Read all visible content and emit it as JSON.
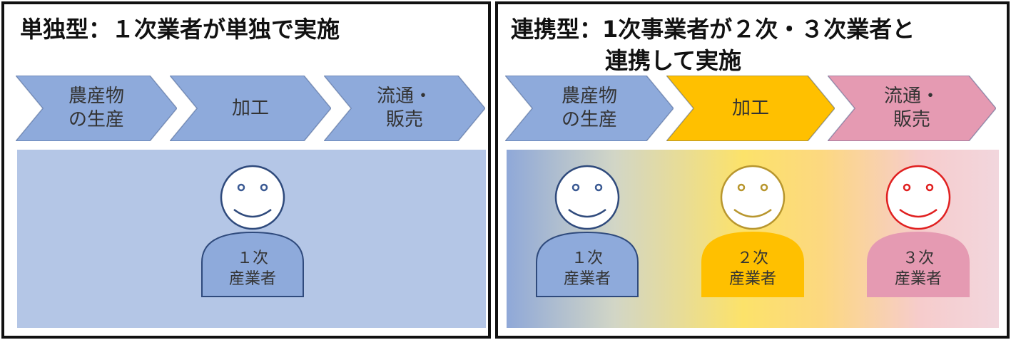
{
  "left_panel": {
    "title": "単独型：１次業者が単独で実施",
    "stages": [
      {
        "label": "農産物\nの生産",
        "color": "#8eaadb"
      },
      {
        "label": "加工",
        "color": "#8eaadb"
      },
      {
        "label": "流通・\n販売",
        "color": "#8eaadb"
      }
    ],
    "band_color": "#b4c6e6",
    "actors": [
      {
        "label": "１次\n産業者",
        "body_color": "#8eaadb",
        "outline_color": "#2f4a7c",
        "face_stroke": "#2f4a7c",
        "eye_color": "#3b5a93"
      }
    ]
  },
  "right_panel": {
    "title_line1": "連携型：1次事業者が２次・３次業者と",
    "title_line2": "連携して実施",
    "stages": [
      {
        "label": "農産物\nの生産",
        "color": "#8eaadb"
      },
      {
        "label": "加工",
        "color": "#ffc000"
      },
      {
        "label": "流通・\n販売",
        "color": "#e59ab2"
      }
    ],
    "actors": [
      {
        "label": "１次\n産業者",
        "body_color": "#8eaadb",
        "outline_color": "#2f4a7c",
        "face_stroke": "#2f4a7c",
        "eye_color": "#3b5a93"
      },
      {
        "label": "２次\n産業者",
        "body_color": "#ffc000",
        "outline_color": "#ffc000",
        "face_stroke": "#b8962e",
        "eye_color": "#b8962e"
      },
      {
        "label": "３次\n産業者",
        "body_color": "#e59ab2",
        "outline_color": "#e59ab2",
        "face_stroke": "#e02020",
        "eye_color": "#e02020"
      }
    ]
  }
}
